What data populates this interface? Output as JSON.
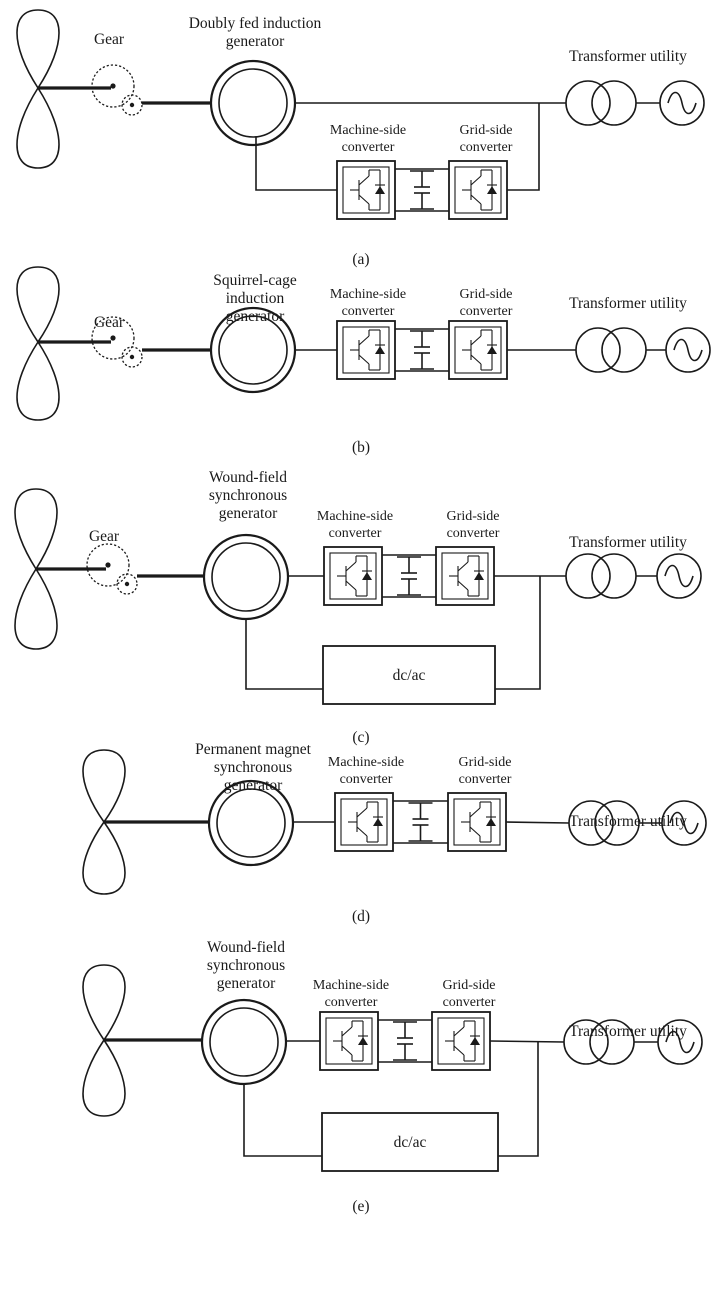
{
  "figure": {
    "panels": [
      {
        "id": "a",
        "caption": "(a)",
        "has_gear": true,
        "gear_label": "Gear",
        "generator_label": [
          "Doubly fed induction",
          "generator"
        ],
        "machine_side_label": [
          "Machine-side",
          "converter"
        ],
        "grid_side_label": [
          "Grid-side",
          "converter"
        ],
        "transformer_label": "Transformer utility",
        "dcac_label": ""
      },
      {
        "id": "b",
        "caption": "(b)",
        "has_gear": true,
        "gear_label": "Gear",
        "generator_label": [
          "Squirrel-cage",
          "induction",
          "generator"
        ],
        "machine_side_label": [
          "Machine-side",
          "converter"
        ],
        "grid_side_label": [
          "Grid-side",
          "converter"
        ],
        "transformer_label": "Transformer utility",
        "dcac_label": ""
      },
      {
        "id": "c",
        "caption": "(c)",
        "has_gear": true,
        "gear_label": "Gear",
        "generator_label": [
          "Wound-field",
          "synchronous",
          "generator"
        ],
        "machine_side_label": [
          "Machine-side",
          "converter"
        ],
        "grid_side_label": [
          "Grid-side",
          "converter"
        ],
        "transformer_label": "Transformer utility",
        "dcac_label": "dc/ac"
      },
      {
        "id": "d",
        "caption": "(d)",
        "has_gear": false,
        "gear_label": "",
        "generator_label": [
          "Permanent magnet",
          "synchronous",
          "generator"
        ],
        "machine_side_label": [
          "Machine-side",
          "converter"
        ],
        "grid_side_label": [
          "Grid-side",
          "converter"
        ],
        "transformer_label": "Transformer utility",
        "dcac_label": ""
      },
      {
        "id": "e",
        "caption": "(e)",
        "has_gear": false,
        "gear_label": "",
        "generator_label": [
          "Wound-field",
          "synchronous",
          "generator"
        ],
        "machine_side_label": [
          "Machine-side",
          "converter"
        ],
        "grid_side_label": [
          "Grid-side",
          "converter"
        ],
        "transformer_label": "Transformer utility",
        "dcac_label": "dc/ac"
      }
    ]
  }
}
